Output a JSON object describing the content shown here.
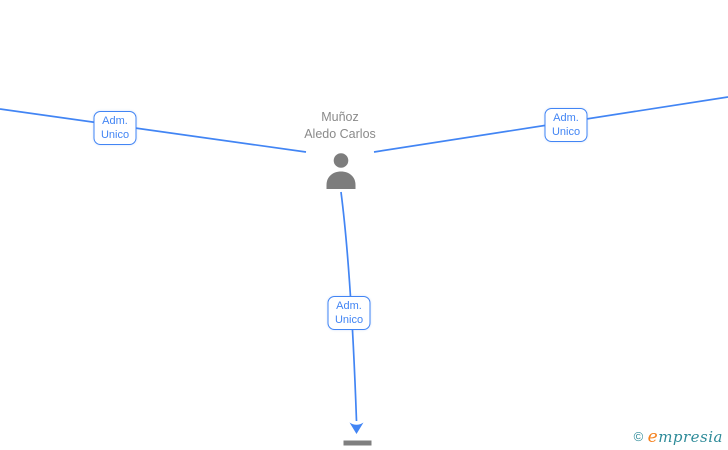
{
  "nodes": {
    "person": {
      "name_line1": "Muñoz",
      "name_line2": "Aledo Carlos",
      "icon": "person-icon"
    },
    "company_partial": {
      "icon": "building-icon-partial"
    }
  },
  "edges": [
    {
      "id": "edge-left",
      "label": "Adm. Unico"
    },
    {
      "id": "edge-right",
      "label": "Adm. Unico"
    },
    {
      "id": "edge-bottom",
      "label": "Adm. Unico"
    }
  ],
  "footer": {
    "copyright_symbol": "©",
    "brand_initial": "e",
    "brand_rest": "mpresia"
  },
  "colors": {
    "edge_blue": "#4285f4",
    "badge_border": "#4285f4",
    "badge_text": "#4285f4",
    "person_gray": "#7d7d7d",
    "name_text": "#8a8a8a",
    "bar_gray": "#7f7f7f",
    "logo_teal": "#2e8b99",
    "logo_orange": "#f5821f",
    "background": "#ffffff"
  }
}
